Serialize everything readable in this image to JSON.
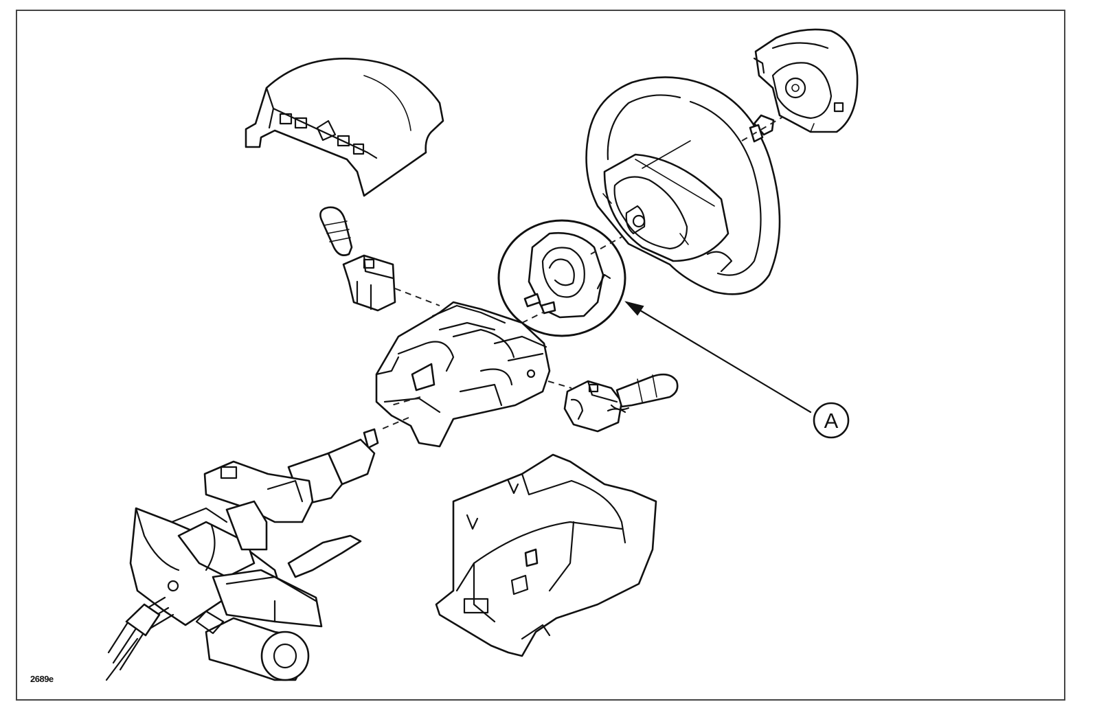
{
  "figure": {
    "code": "2689e",
    "callouts": [
      {
        "label": "A",
        "target": "clock-spring-detail"
      }
    ]
  },
  "colors": {
    "line": "#111111",
    "background": "#ffffff",
    "frame": "#444444"
  },
  "parts": [
    "upper-column-shroud",
    "steering-wheel",
    "driver-airbag-module",
    "wheel-bolt",
    "clock-spring",
    "left-combination-switch",
    "switch-base-housing",
    "right-combination-switch",
    "steering-column",
    "ignition-lock-cylinder",
    "lower-column-shroud"
  ]
}
